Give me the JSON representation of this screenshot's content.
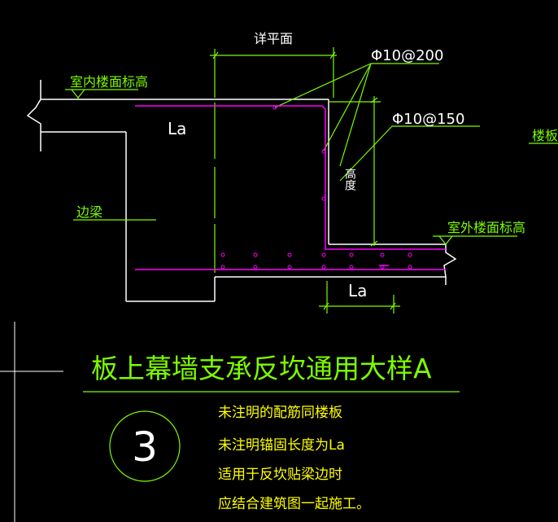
{
  "labels": {
    "detail_plan": "详平面",
    "rebar_top": "Φ10@200",
    "rebar_mid": "Φ10@150",
    "indoor_floor_elev": "室内楼面标高",
    "floor_slab": "楼板",
    "anchor_la_top": "La",
    "height": "高度",
    "edge_beam": "边梁",
    "outdoor_floor_elev": "室外楼面标高",
    "anchor_la_bottom": "La"
  },
  "title": "板上幕墙支承反坎通用大样A",
  "detail_number": "3",
  "notes": [
    "未注明的配筋同楼板",
    "未注明锚固长度为La",
    "适用于反坎贴梁边时",
    "应结合建筑图一起施工。"
  ],
  "colors": {
    "background": "#000000",
    "line_white": "#FFFFFF",
    "line_green": "#7CFC00",
    "rebar_magenta": "#FF00FF",
    "note_yellow": "#FFFF00"
  }
}
